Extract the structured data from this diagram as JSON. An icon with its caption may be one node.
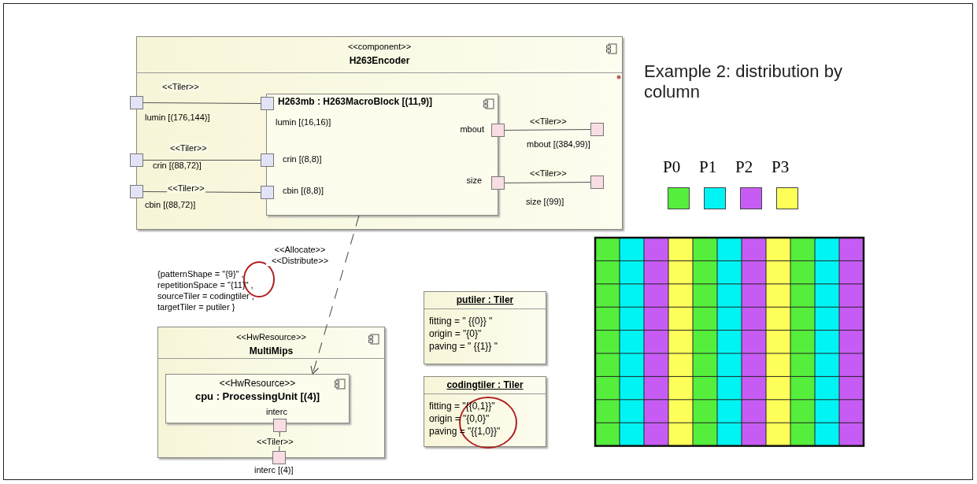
{
  "diagram": {
    "title": "Example 2: distribution by column",
    "nodes": [
      {
        "text": [
          "<<component>>",
          "H263Encoder"
        ]
      },
      {
        "text": [
          "H263mb : H263MacroBlock [(11,9)]"
        ],
        "in": 0
      },
      {
        "text": [],
        "shape": "box",
        "in": 0,
        "beside": [
          "lumin [(176,144)]"
        ]
      },
      {
        "text": [],
        "shape": "box",
        "in": 0,
        "beside": [
          "crin [(88,72)]"
        ]
      },
      {
        "text": [],
        "shape": "box",
        "in": 0,
        "beside": [
          "cbin [(88,72)]"
        ]
      },
      {
        "text": [],
        "shape": "box",
        "in": 1,
        "beside": [
          "lumin [(16,16)]"
        ]
      },
      {
        "text": [],
        "shape": "box",
        "in": 1,
        "beside": [
          "crin [(8,8)]"
        ]
      },
      {
        "text": [],
        "shape": "box",
        "in": 1,
        "beside": [
          "cbin [(8,8)]"
        ]
      },
      {
        "text": [],
        "shape": "box",
        "in": 1,
        "beside": [
          "mbout"
        ]
      },
      {
        "text": [],
        "shape": "box",
        "in": 1,
        "beside": [
          "size"
        ]
      },
      {
        "text": [],
        "shape": "box",
        "in": 0,
        "beside": [
          "mbout [(384,99)]"
        ]
      },
      {
        "text": [],
        "shape": "box",
        "in": 0,
        "beside": [
          "size [(99)]"
        ]
      },
      {
        "text": [
          "<<HwResource>>",
          "MultiMips"
        ]
      },
      {
        "text": [
          "<<HwResource>>",
          "cpu : ProcessingUnit [(4)]"
        ],
        "in": 12
      },
      {
        "text": [],
        "shape": "box",
        "in": 13,
        "beside": [
          "interc"
        ]
      },
      {
        "text": [],
        "shape": "box",
        "in": 12,
        "beside": [
          "interc [(4)]"
        ]
      },
      {
        "text": [
          "putiler : Tiler",
          "fitting = \" {{0}} \"",
          "origin = \"{0}\"",
          "paving = \" {{1}} \""
        ]
      },
      {
        "text": [
          "codingtiler : Tiler",
          "fitting = \"{{0,1}}\"",
          "origin = \"{0,0}\"",
          "paving = \"{{1,0}}\""
        ]
      }
    ],
    "edges": [
      {
        "from": 2,
        "to": 5,
        "arrow": "none",
        "label": "<<Tiler>>"
      },
      {
        "from": 3,
        "to": 6,
        "arrow": "none",
        "label": "<<Tiler>>"
      },
      {
        "from": 4,
        "to": 7,
        "arrow": "none",
        "label": "<<Tiler>>"
      },
      {
        "from": 8,
        "to": 10,
        "arrow": "none",
        "label": "<<Tiler>>"
      },
      {
        "from": 9,
        "to": 11,
        "arrow": "none",
        "label": "<<Tiler>>"
      },
      {
        "from": 14,
        "to": 15,
        "arrow": "none",
        "label": "<<Tiler>>"
      },
      {
        "from": 1,
        "to": 13,
        "arrow": "to",
        "style": "dashed",
        "label": "<<Allocate>> <<Distribute>>"
      }
    ],
    "labels": [
      "{patternShape = \"{9}\" , repetitionSpace = \"{11}\" , sourceTiler = codingtiler , targetTiler = putiler }"
    ],
    "legend": [
      {
        "text": "P0",
        "color": "#55ee3c"
      },
      {
        "text": "P1",
        "color": "#00f4f4"
      },
      {
        "text": "P2",
        "color": "#c75cf5"
      },
      {
        "text": "P3",
        "color": "#ffff5a"
      }
    ]
  }
}
